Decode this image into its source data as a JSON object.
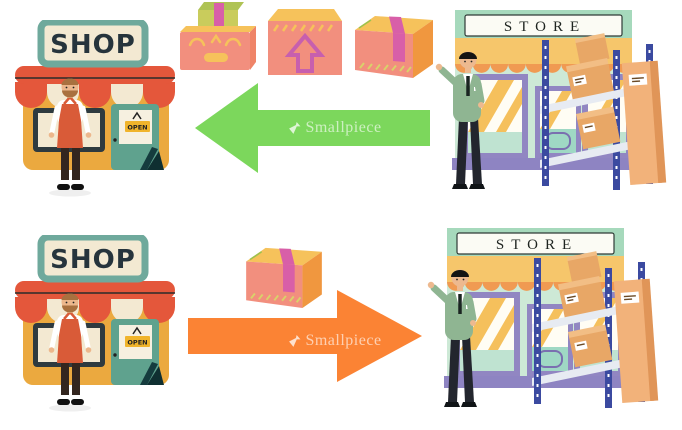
{
  "palette": {
    "background": "#FFFFFF",
    "arrow_green": "#7CD75C",
    "arrow_orange": "#FB8334",
    "shop_wall": "#EBA93F",
    "awning_red": "#E4573B",
    "awning_cream": "#F3E9D2",
    "sign_teal": "#6FA99C",
    "door_teal": "#5FA28E",
    "apron_red": "#D95B38",
    "store_band_mint": "#A6D9BC",
    "store_facade": "#CDE9D6",
    "store_awning_yellow": "#F6C66B",
    "store_scallop_orange": "#F09A52",
    "window_purple": "#9186C2",
    "shelf_blue": "#3B4AA0",
    "carton_tan": "#E8A766",
    "box_salmon": "#F28F7E",
    "box_top_yellow": "#F6C25B",
    "tape_pink": "#D85FA8",
    "suit_green": "#8FB592"
  },
  "scenes": [
    {
      "shop": {
        "sign_label": "SHOP",
        "open_sign_label": "OPEN"
      },
      "store": {
        "sign_label": "STORE"
      },
      "arrow": {
        "direction": "left",
        "color": "#7CD75C",
        "watermark_label": "Smallpiece"
      },
      "boxes_count": 3
    },
    {
      "shop": {
        "sign_label": "SHOP",
        "open_sign_label": "OPEN"
      },
      "store": {
        "sign_label": "STORE"
      },
      "arrow": {
        "direction": "right",
        "color": "#FB8334",
        "watermark_label": "Smallpiece"
      },
      "boxes_count": 1
    }
  ]
}
